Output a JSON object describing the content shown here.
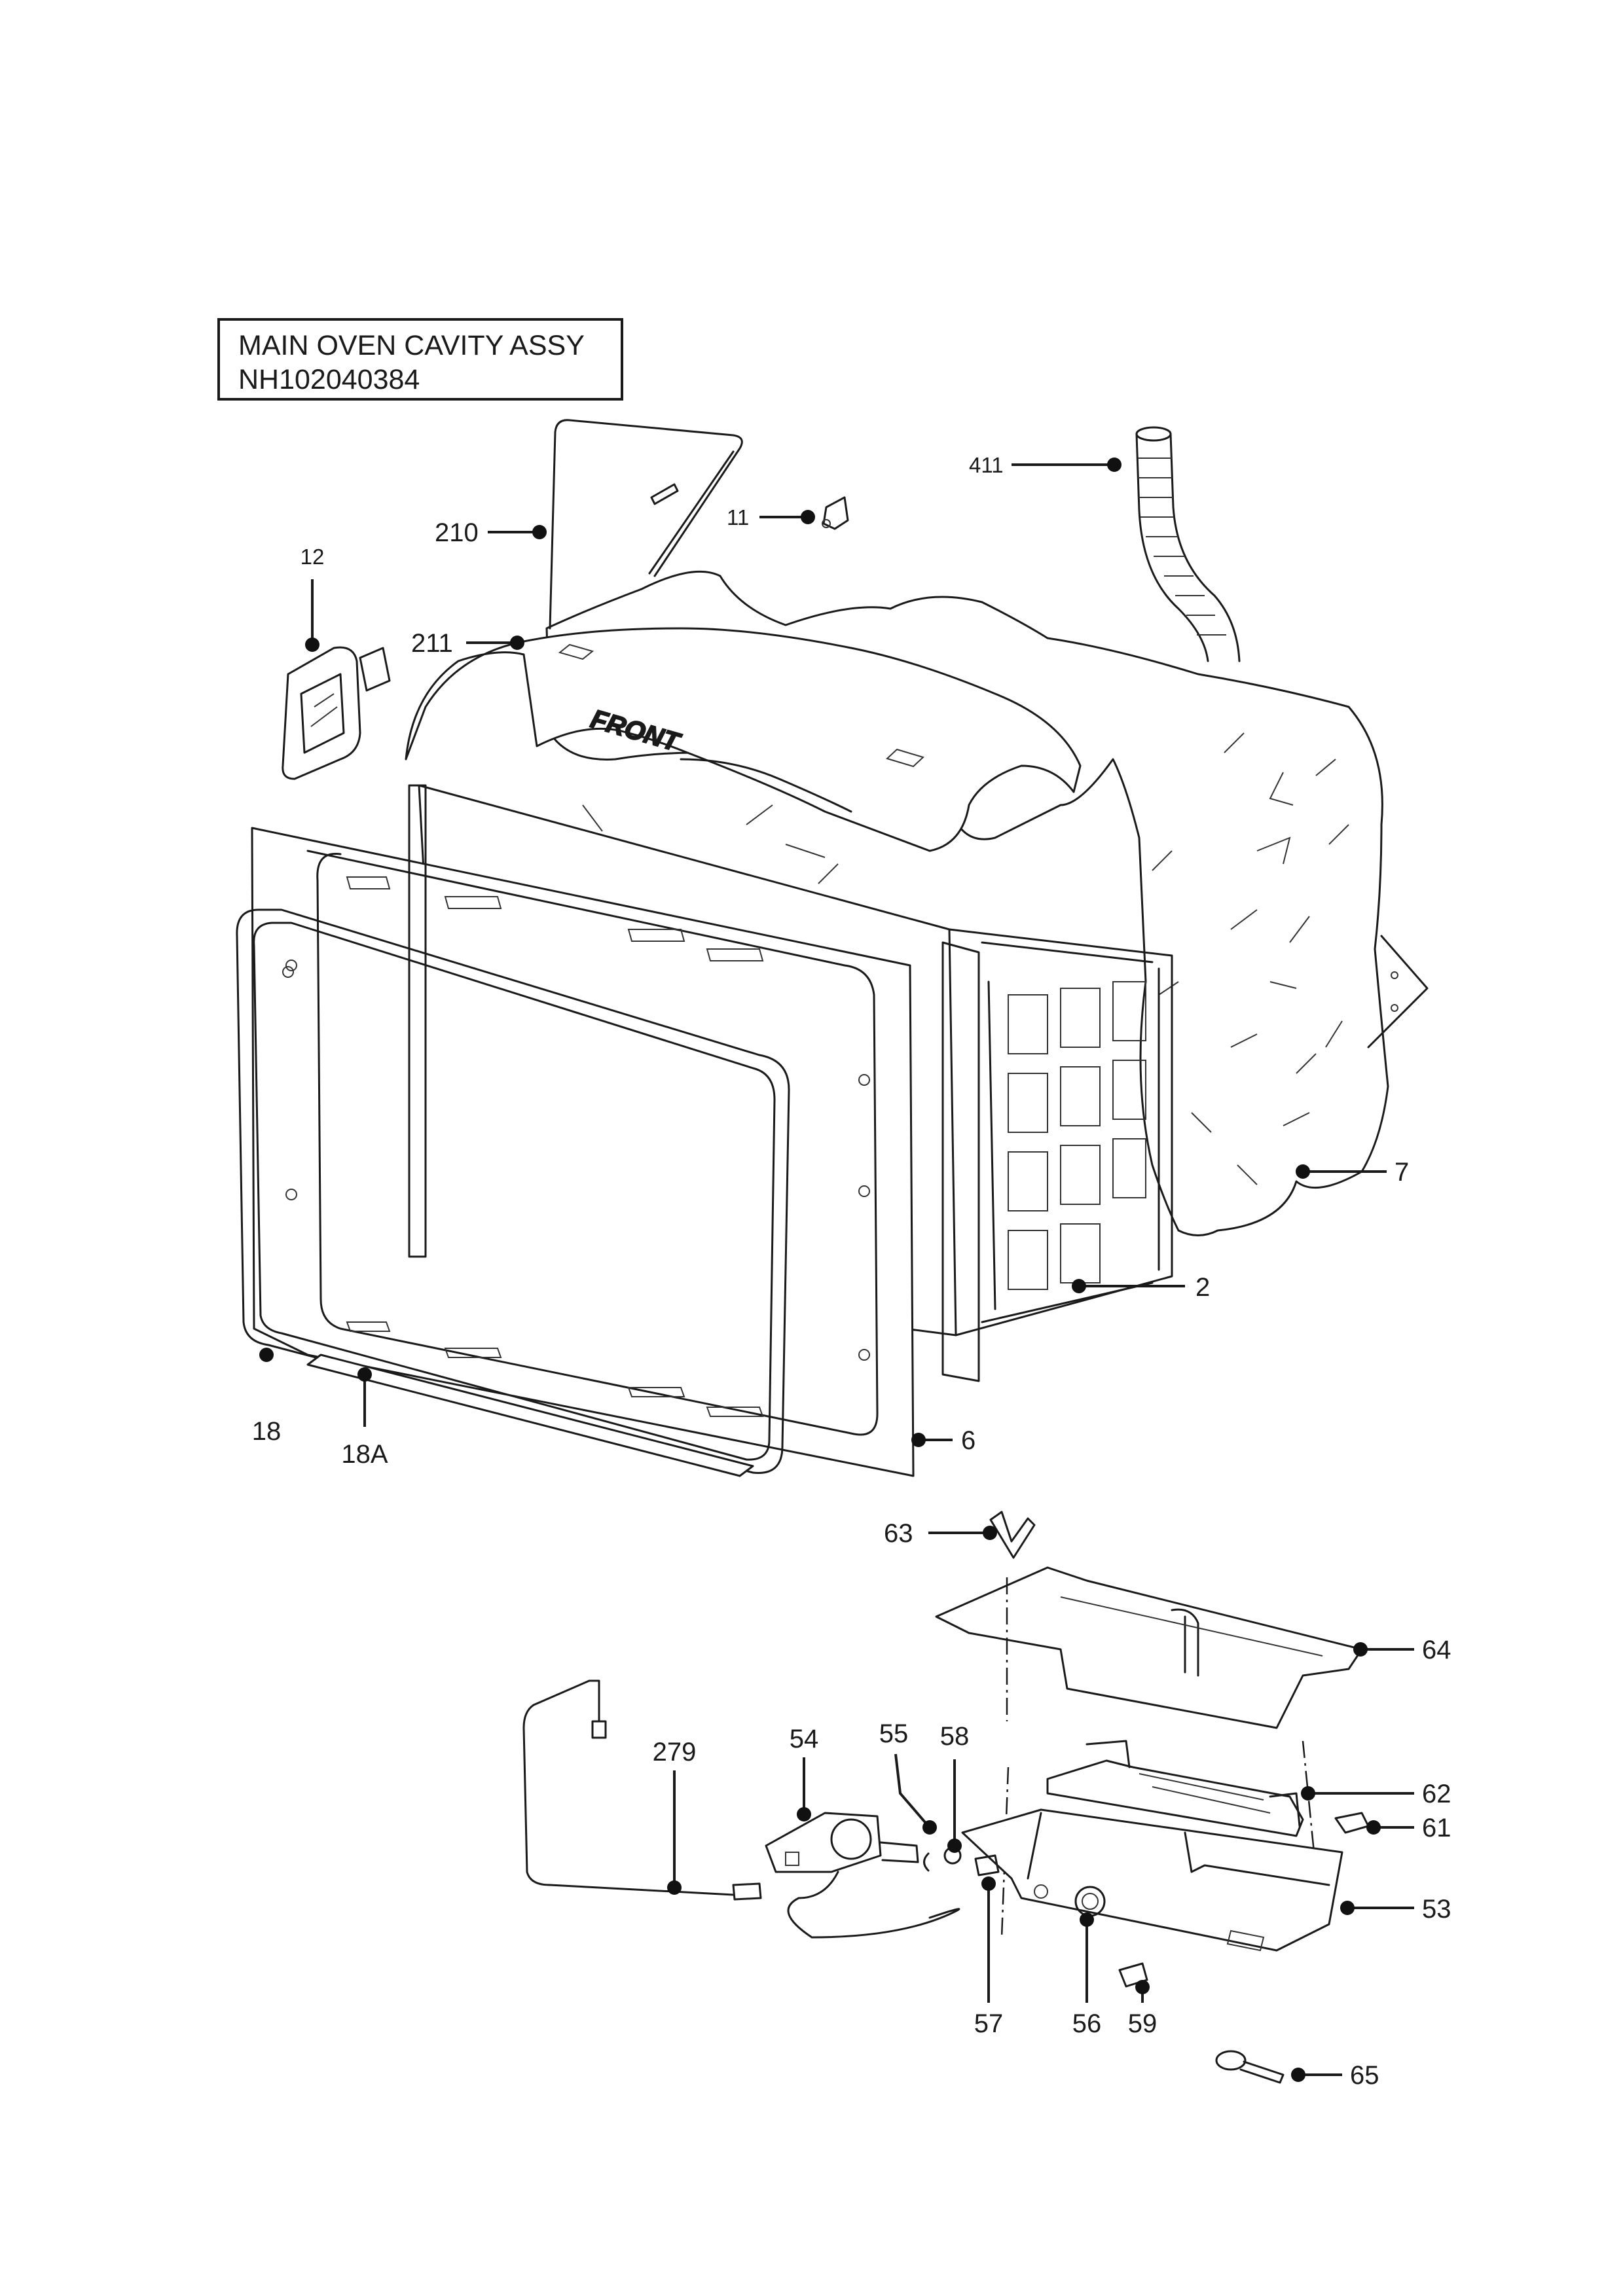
{
  "title": {
    "line1": "MAIN OVEN CAVITY ASSY",
    "line2": "NH102040384"
  },
  "embossed_text": "FRONT",
  "callouts": [
    {
      "id": "411",
      "text": "411"
    },
    {
      "id": "11",
      "text": "11"
    },
    {
      "id": "12",
      "text": "12"
    },
    {
      "id": "210",
      "text": "210"
    },
    {
      "id": "211",
      "text": "211"
    },
    {
      "id": "7",
      "text": "7"
    },
    {
      "id": "2",
      "text": "2"
    },
    {
      "id": "18",
      "text": "18"
    },
    {
      "id": "18A",
      "text": "18A"
    },
    {
      "id": "6",
      "text": "6"
    },
    {
      "id": "63",
      "text": "63"
    },
    {
      "id": "64",
      "text": "64"
    },
    {
      "id": "279",
      "text": "279"
    },
    {
      "id": "54",
      "text": "54"
    },
    {
      "id": "55",
      "text": "55"
    },
    {
      "id": "58",
      "text": "58"
    },
    {
      "id": "62",
      "text": "62"
    },
    {
      "id": "61",
      "text": "61"
    },
    {
      "id": "53",
      "text": "53"
    },
    {
      "id": "57",
      "text": "57"
    },
    {
      "id": "56",
      "text": "56"
    },
    {
      "id": "59",
      "text": "59"
    },
    {
      "id": "65",
      "text": "65"
    }
  ]
}
